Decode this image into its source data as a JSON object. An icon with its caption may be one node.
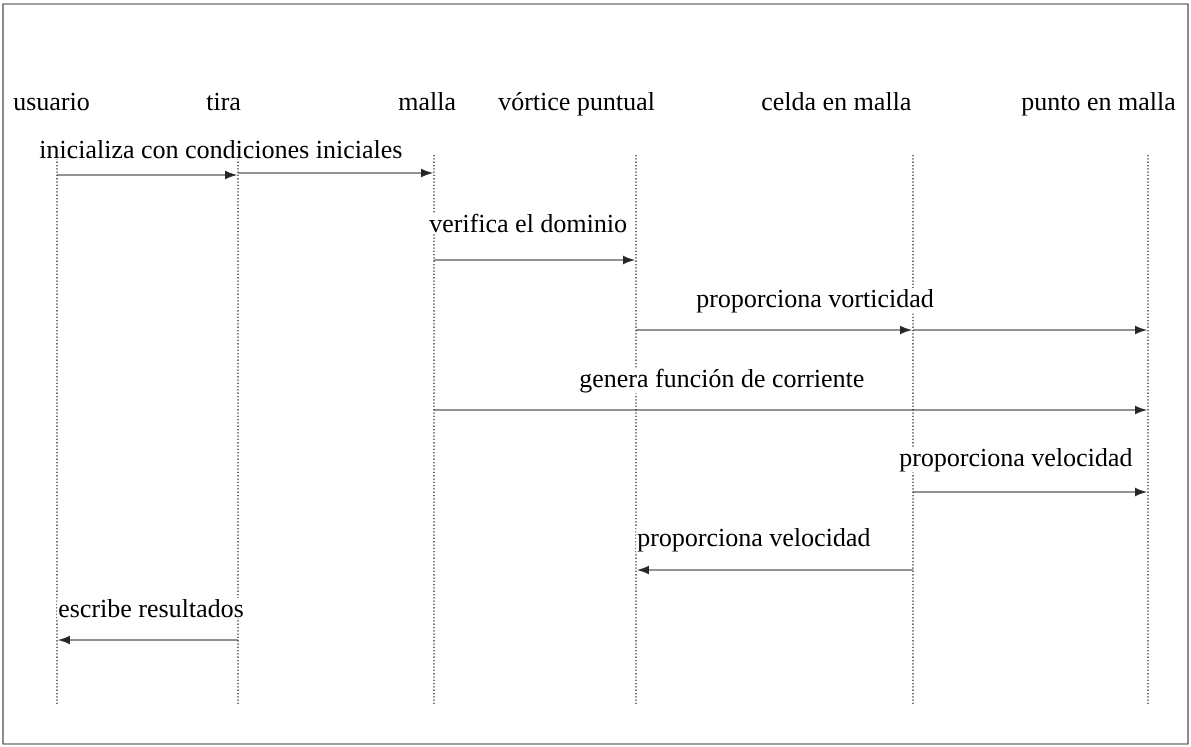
{
  "diagram": {
    "nodes": [
      {
        "text": [],
        "shape": "line",
        "beside": [
          "usuario"
        ]
      },
      {
        "text": [],
        "shape": "line",
        "beside": [
          "tira"
        ]
      },
      {
        "text": [],
        "shape": "line",
        "beside": [
          "malla"
        ]
      },
      {
        "text": [],
        "shape": "line",
        "beside": [
          "vórtice puntual"
        ]
      },
      {
        "text": [],
        "shape": "line",
        "beside": [
          "celda en malla"
        ]
      },
      {
        "text": [],
        "shape": "line",
        "beside": [
          "punto en malla"
        ]
      }
    ],
    "edges": [
      {
        "from": 0,
        "to": 1,
        "arrow": "to",
        "label": "inicializa con condiciones iniciales"
      },
      {
        "from": 1,
        "to": 2,
        "arrow": "to"
      },
      {
        "from": 2,
        "to": 3,
        "arrow": "to",
        "label": "verifica el dominio"
      },
      {
        "from": 3,
        "to": 4,
        "arrow": "to",
        "label": "proporciona vorticidad"
      },
      {
        "from": 4,
        "to": 5,
        "arrow": "to"
      },
      {
        "from": 2,
        "to": 5,
        "arrow": "to",
        "label": "genera función de corriente"
      },
      {
        "from": 4,
        "to": 5,
        "arrow": "to",
        "label": "proporciona velocidad"
      },
      {
        "from": 4,
        "to": 3,
        "arrow": "to",
        "label": "proporciona velocidad"
      },
      {
        "from": 1,
        "to": 0,
        "arrow": "to",
        "label": "escribe resultados"
      }
    ]
  }
}
